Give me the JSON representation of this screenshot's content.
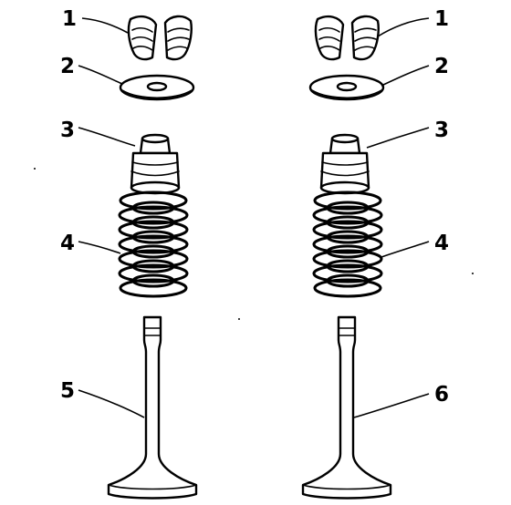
{
  "labels": {
    "keepers_left": "1",
    "keepers_right": "1",
    "retainer_left": "2",
    "retainer_right": "2",
    "seal_left": "3",
    "seal_right": "3",
    "spring_left": "4",
    "spring_right": "4",
    "valve_left": "5",
    "valve_right": "6"
  }
}
